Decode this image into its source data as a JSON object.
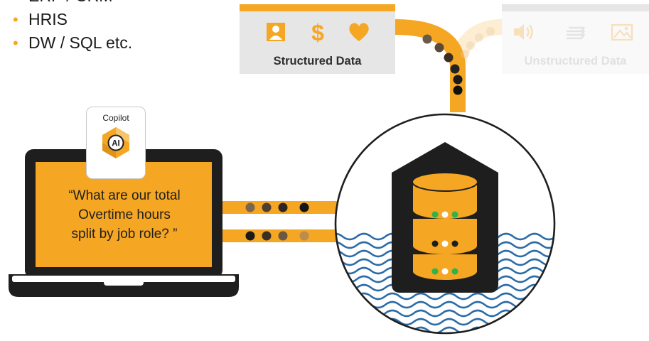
{
  "bullet_list": [
    "ERP / CRM",
    "HRIS",
    "DW / SQL etc."
  ],
  "structured_card": {
    "label": "Structured Data",
    "icons": [
      "person-icon",
      "dollar-icon",
      "heart-icon"
    ]
  },
  "unstructured_card": {
    "label": "Unstructured Data",
    "icons": [
      "speaker-icon",
      "document-stack-icon",
      "image-icon"
    ]
  },
  "copilot": {
    "label": "Copilot",
    "badge": "AI"
  },
  "prompt": [
    "“What are our total",
    "Overtime hours",
    "split by job role? ”"
  ],
  "colors": {
    "accent": "#f5a623",
    "dark": "#1e1e1e",
    "water": "#2b6ca8",
    "green": "#2fb34a",
    "light_gray": "#e6e6e6"
  }
}
